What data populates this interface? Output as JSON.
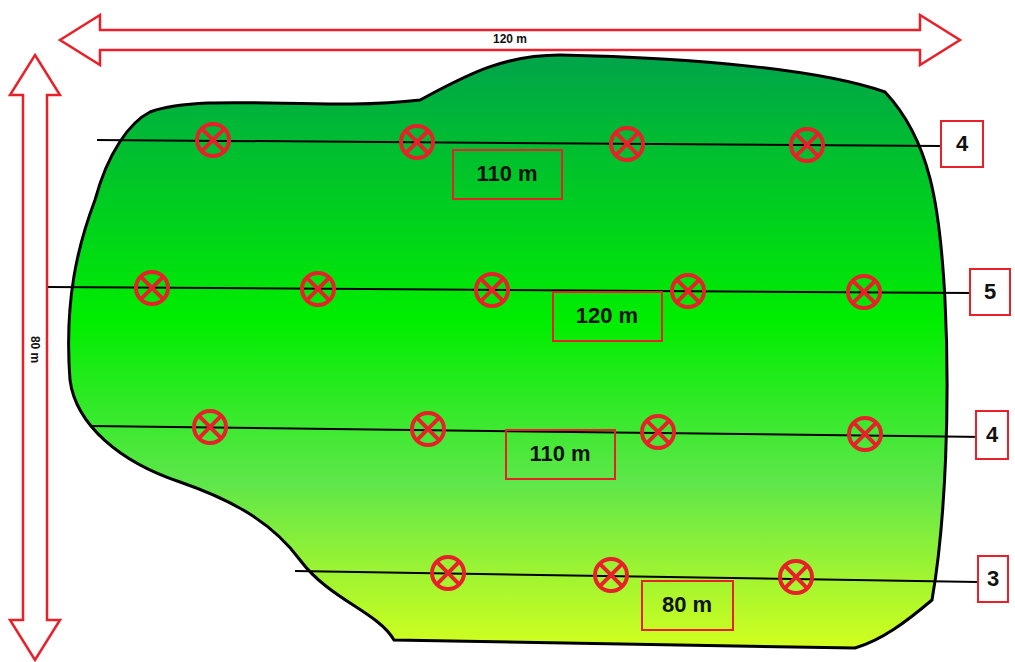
{
  "diagram": {
    "nodes": [
      {
        "text": [
          "4"
        ]
      },
      {
        "text": [
          "110 m"
        ]
      },
      {
        "text": [
          "5"
        ]
      },
      {
        "text": [
          "120 m"
        ]
      },
      {
        "text": [
          "4"
        ]
      },
      {
        "text": [
          "110 m"
        ]
      },
      {
        "text": [
          "3"
        ]
      },
      {
        "text": [
          "80 m"
        ]
      }
    ],
    "labels": [
      "120 m",
      "80 m"
    ]
  }
}
